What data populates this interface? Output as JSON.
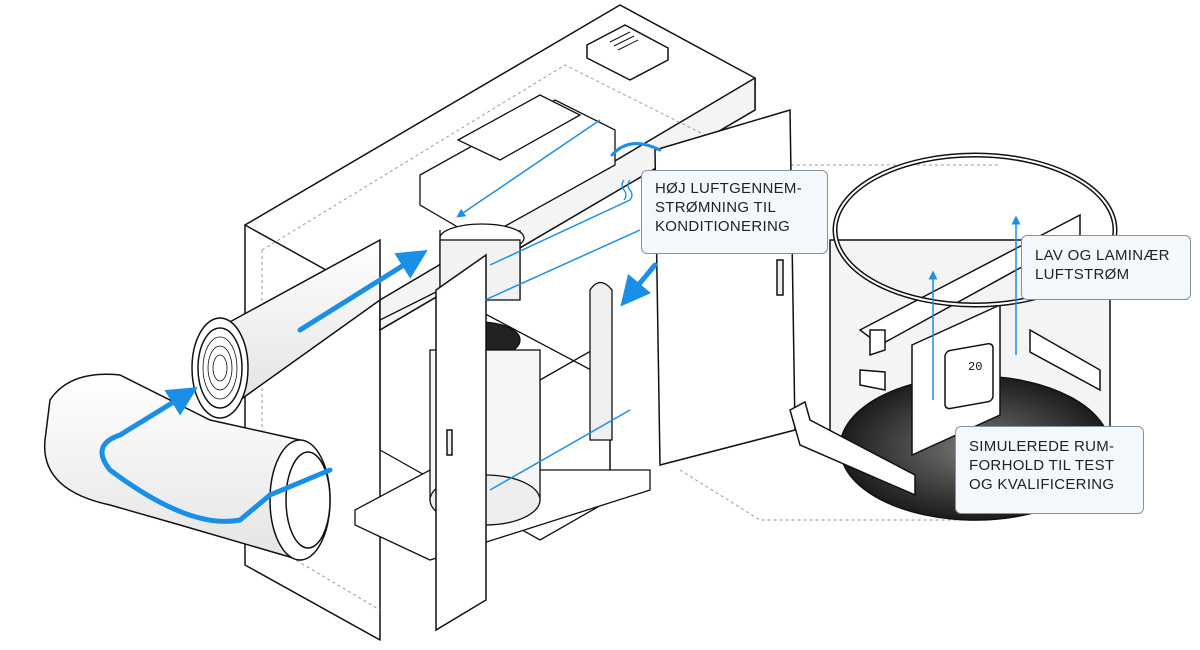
{
  "callouts": {
    "high_airflow": {
      "lines": [
        "HØJ LUFTGENNEM-",
        "STRØMNING TIL",
        "KONDITIONERING"
      ]
    },
    "laminar": {
      "lines": [
        "LAV OG LAMINÆR",
        "LUFTSTRØM"
      ]
    },
    "simulated": {
      "lines": [
        "SIMULEREDE RUM-",
        "FORHOLD TIL TEST",
        "OG KVALIFICERING"
      ]
    }
  },
  "thermostat": {
    "display": "20"
  },
  "colors": {
    "airflow": "#1a8fe8",
    "outline": "#111111",
    "callout_bg": "#f3f8fd"
  }
}
